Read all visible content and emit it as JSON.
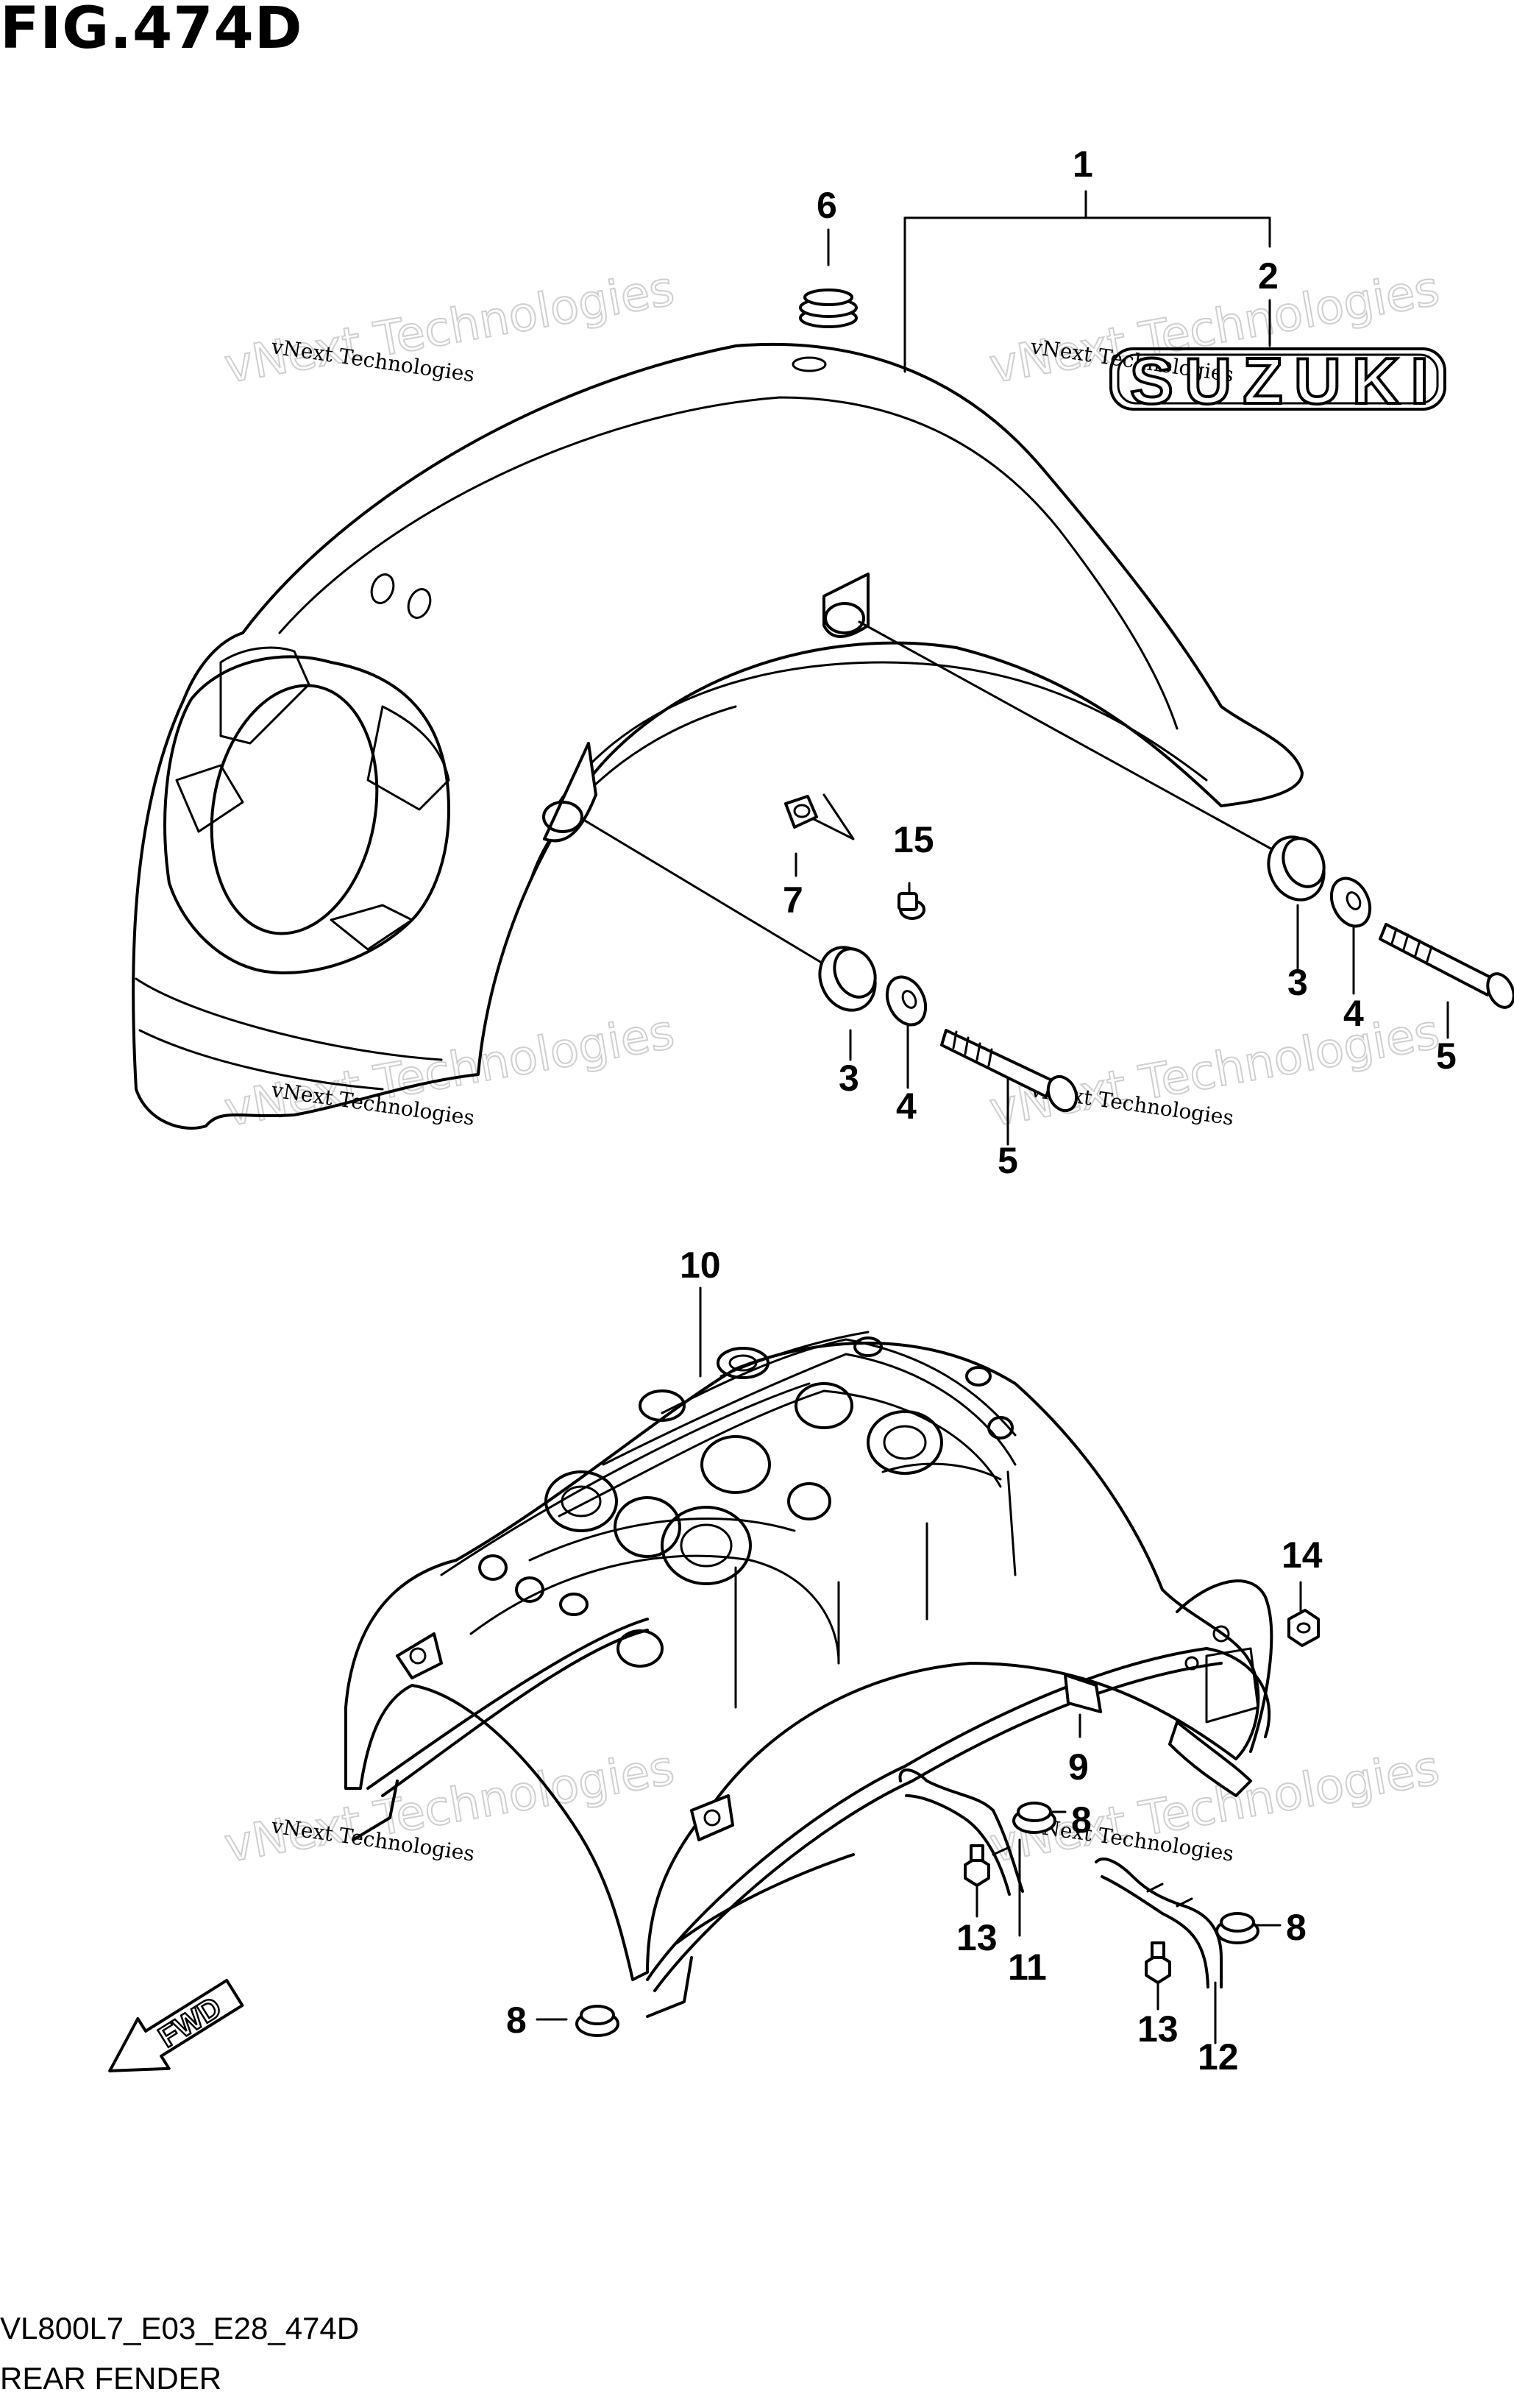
{
  "figure": {
    "title": "FIG.474D",
    "model_code": "VL800L7_E03_E28_474D",
    "name": "REAR FENDER"
  },
  "logo_text": "SUZUKI",
  "direction_label": "FWD",
  "watermark": {
    "line1": "vNext Technologies",
    "line2": "vNext Technologies"
  },
  "callouts": [
    {
      "id": "c1",
      "label": "1"
    },
    {
      "id": "c2",
      "label": "2"
    },
    {
      "id": "c3a",
      "label": "3"
    },
    {
      "id": "c3b",
      "label": "3"
    },
    {
      "id": "c4a",
      "label": "4"
    },
    {
      "id": "c4b",
      "label": "4"
    },
    {
      "id": "c5a",
      "label": "5"
    },
    {
      "id": "c5b",
      "label": "5"
    },
    {
      "id": "c6",
      "label": "6"
    },
    {
      "id": "c7",
      "label": "7"
    },
    {
      "id": "c8a",
      "label": "8"
    },
    {
      "id": "c8b",
      "label": "8"
    },
    {
      "id": "c8c",
      "label": "8"
    },
    {
      "id": "c9",
      "label": "9"
    },
    {
      "id": "c10",
      "label": "10"
    },
    {
      "id": "c11",
      "label": "11"
    },
    {
      "id": "c12",
      "label": "12"
    },
    {
      "id": "c13a",
      "label": "13"
    },
    {
      "id": "c13b",
      "label": "13"
    },
    {
      "id": "c14",
      "label": "14"
    },
    {
      "id": "c15",
      "label": "15"
    }
  ],
  "colors": {
    "ink": "#000000",
    "paper": "#ffffff",
    "watermark": "#cfcfcf"
  }
}
